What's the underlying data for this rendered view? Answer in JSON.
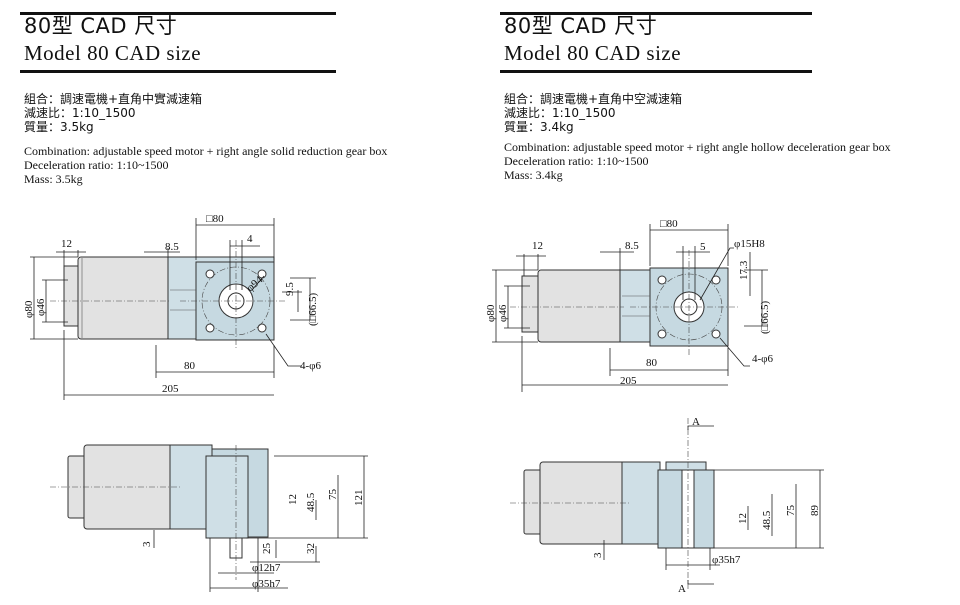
{
  "panels": [
    {
      "title_zh": "80型  CAD 尺寸",
      "title_en": "Model 80  CAD size",
      "spec_zh": [
        "組合：調速電機+直角中實減速箱",
        "減速比：1:10_1500",
        "質量：3.5kg"
      ],
      "spec_en": [
        "Combination: adjustable speed motor + right angle solid reduction gear box",
        "Deceleration ratio: 1:10~1500",
        "Mass: 3.5kg"
      ],
      "dims": {
        "square": "□80",
        "d4": "4",
        "d12": "12",
        "d85": "8.5",
        "phi94": "φ94",
        "d95": "9.5",
        "sq665": "(□66.5)",
        "phi80": "φ80",
        "phi46": "φ46",
        "d80": "80",
        "d205": "205",
        "holes": "4-φ6",
        "d12b": "12",
        "d485": "48.5",
        "d75": "75",
        "d121": "121",
        "d3": "3",
        "d25": "25",
        "d32": "32",
        "phi12h7": "φ12h7",
        "phi35h7": "φ35h7"
      }
    },
    {
      "title_zh": "80型  CAD 尺寸",
      "title_en": "Model 80  CAD size",
      "spec_zh": [
        "組合：調速電機+直角中空減速箱",
        "減速比：1:10_1500",
        "質量：3.4kg"
      ],
      "spec_en": [
        "Combination: adjustable speed motor + right angle hollow deceleration gear box",
        "Deceleration ratio: 1:10~1500",
        "Mass: 3.4kg"
      ],
      "dims": {
        "square": "□80",
        "d5": "5",
        "d12": "12",
        "d85": "8.5",
        "phi15h8": "φ15H8",
        "d173": "17.3",
        "sq665": "(□66.5)",
        "phi80": "φ80",
        "phi46": "φ46",
        "d80": "80",
        "d205": "205",
        "holes": "4-φ6",
        "sectionA": "A",
        "sectionA2": "A",
        "d12b": "12",
        "d485": "48.5",
        "d75": "75",
        "d89": "89",
        "d3": "3",
        "phi35h7": "φ35h7"
      }
    }
  ]
}
